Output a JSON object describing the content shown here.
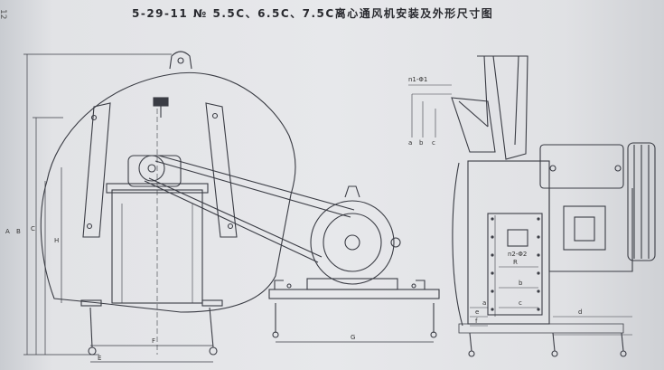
{
  "page": {
    "title": "5-29-11 № 5.5C、6.5C、7.5C离心通风机安装及外形尺寸图",
    "page_number": "12"
  },
  "front_view_labels": {
    "A": "A",
    "B": "B",
    "C": "C",
    "H": "H",
    "E": "E",
    "F": "F",
    "G": "G"
  },
  "side_view_labels": {
    "n1_phi1": "n1-Φ1",
    "a": "a",
    "b": "b",
    "c": "c",
    "R": "R",
    "n2_phi2": "n2-Φ2",
    "e": "e",
    "f": "f",
    "d": "d",
    "d_a": "a",
    "d_b": "b",
    "d_c": "c"
  },
  "colors": {
    "ink": "#3a3c44",
    "paper": "#e6e7ea"
  }
}
